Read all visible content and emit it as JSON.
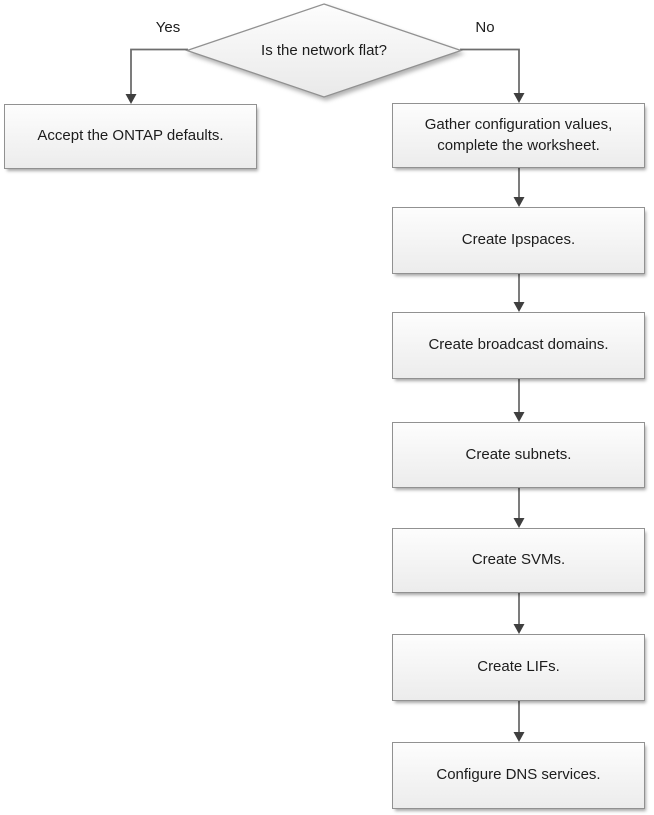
{
  "decision": {
    "label": "Is the network flat?"
  },
  "edges": {
    "yes_label": "Yes",
    "no_label": "No"
  },
  "yes_branch": {
    "steps": [
      "Accept the ONTAP defaults."
    ]
  },
  "no_branch": {
    "steps": [
      "Gather configuration values, complete the worksheet.",
      "Create Ipspaces.",
      "Create broadcast domains.",
      "Create subnets.",
      "Create SVMs.",
      "Create LIFs.",
      "Configure DNS services."
    ]
  },
  "colors": {
    "shape_border": "#919191",
    "shape_fill_top": "#fdfdfd",
    "shape_fill_bottom": "#ececec",
    "connector": "#6e6e6e",
    "arrowhead": "#3f3f3f",
    "text": "#1c1c1c",
    "canvas_bg": "#ffffff"
  }
}
